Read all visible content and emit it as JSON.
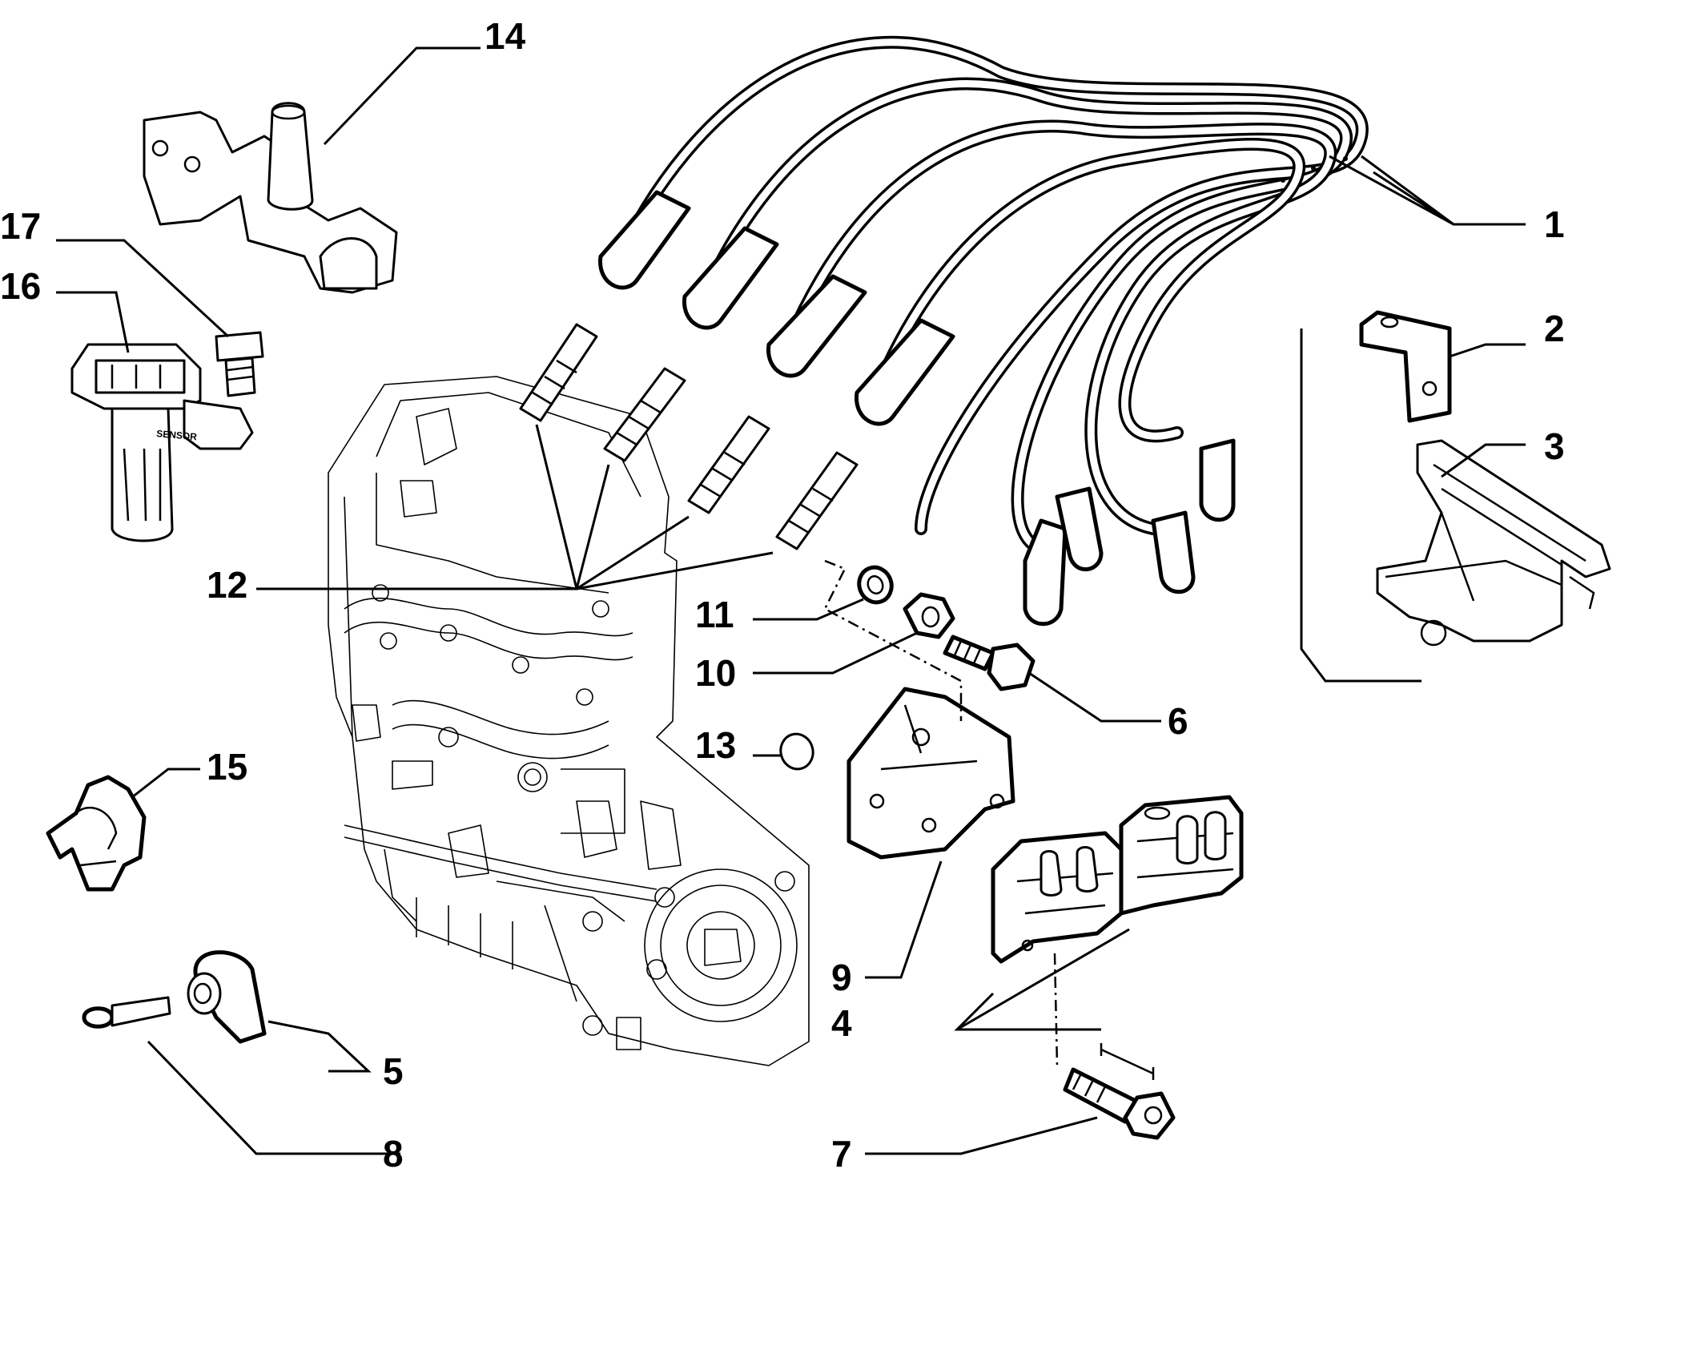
{
  "callouts": {
    "c1": "1",
    "c2": "2",
    "c3": "3",
    "c4": "4",
    "c5": "5",
    "c6": "6",
    "c7": "7",
    "c8": "8",
    "c9": "9",
    "c10": "10",
    "c11": "11",
    "c12": "12",
    "c13": "13",
    "c14": "14",
    "c15": "15",
    "c16": "16",
    "c17": "17"
  },
  "sensor_label": "SENSOR"
}
